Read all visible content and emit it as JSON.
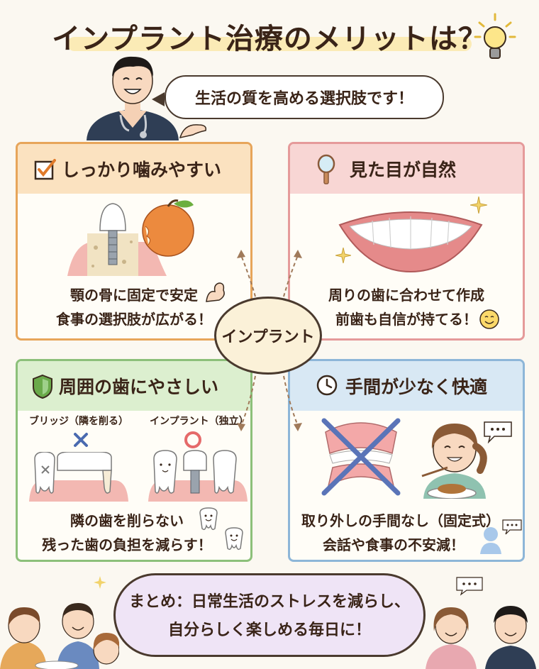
{
  "title": "インプラント治療のメリットは？",
  "speech": "生活の質を高める選択肢です！",
  "center_label": "インプラント",
  "panels": {
    "chew": {
      "title": "しっかり噛みやすい",
      "lines": [
        "顎の骨に固定で安定",
        "食事の選択肢が広がる！"
      ]
    },
    "look": {
      "title": "見た目が自然",
      "lines": [
        "周りの歯に合わせて作成",
        "前歯も自信が持てる！"
      ]
    },
    "gentle": {
      "title": "周囲の歯にやさしい",
      "label_bridge": "ブリッジ（隣を削る）",
      "label_implant": "インプラント（独立）",
      "lines": [
        "隣の歯を削らない",
        "残った歯の負担を減らす！"
      ]
    },
    "easy": {
      "title": "手間が少なく快適",
      "lines": [
        "取り外しの手間なし（固定式）",
        "会話や食事の不安減！"
      ]
    }
  },
  "summary": [
    "まとめ：日常生活のストレスを減らし、",
    "自分らしく楽しめる毎日に！"
  ],
  "colors": {
    "orange_border": "#e7a55a",
    "orange_head": "#fbe2c0",
    "pink_border": "#e59a9a",
    "pink_head": "#f8d6d4",
    "green_border": "#8cc07a",
    "green_head": "#dcefcf",
    "blue_border": "#8db6d8",
    "blue_head": "#d8e8f4"
  }
}
